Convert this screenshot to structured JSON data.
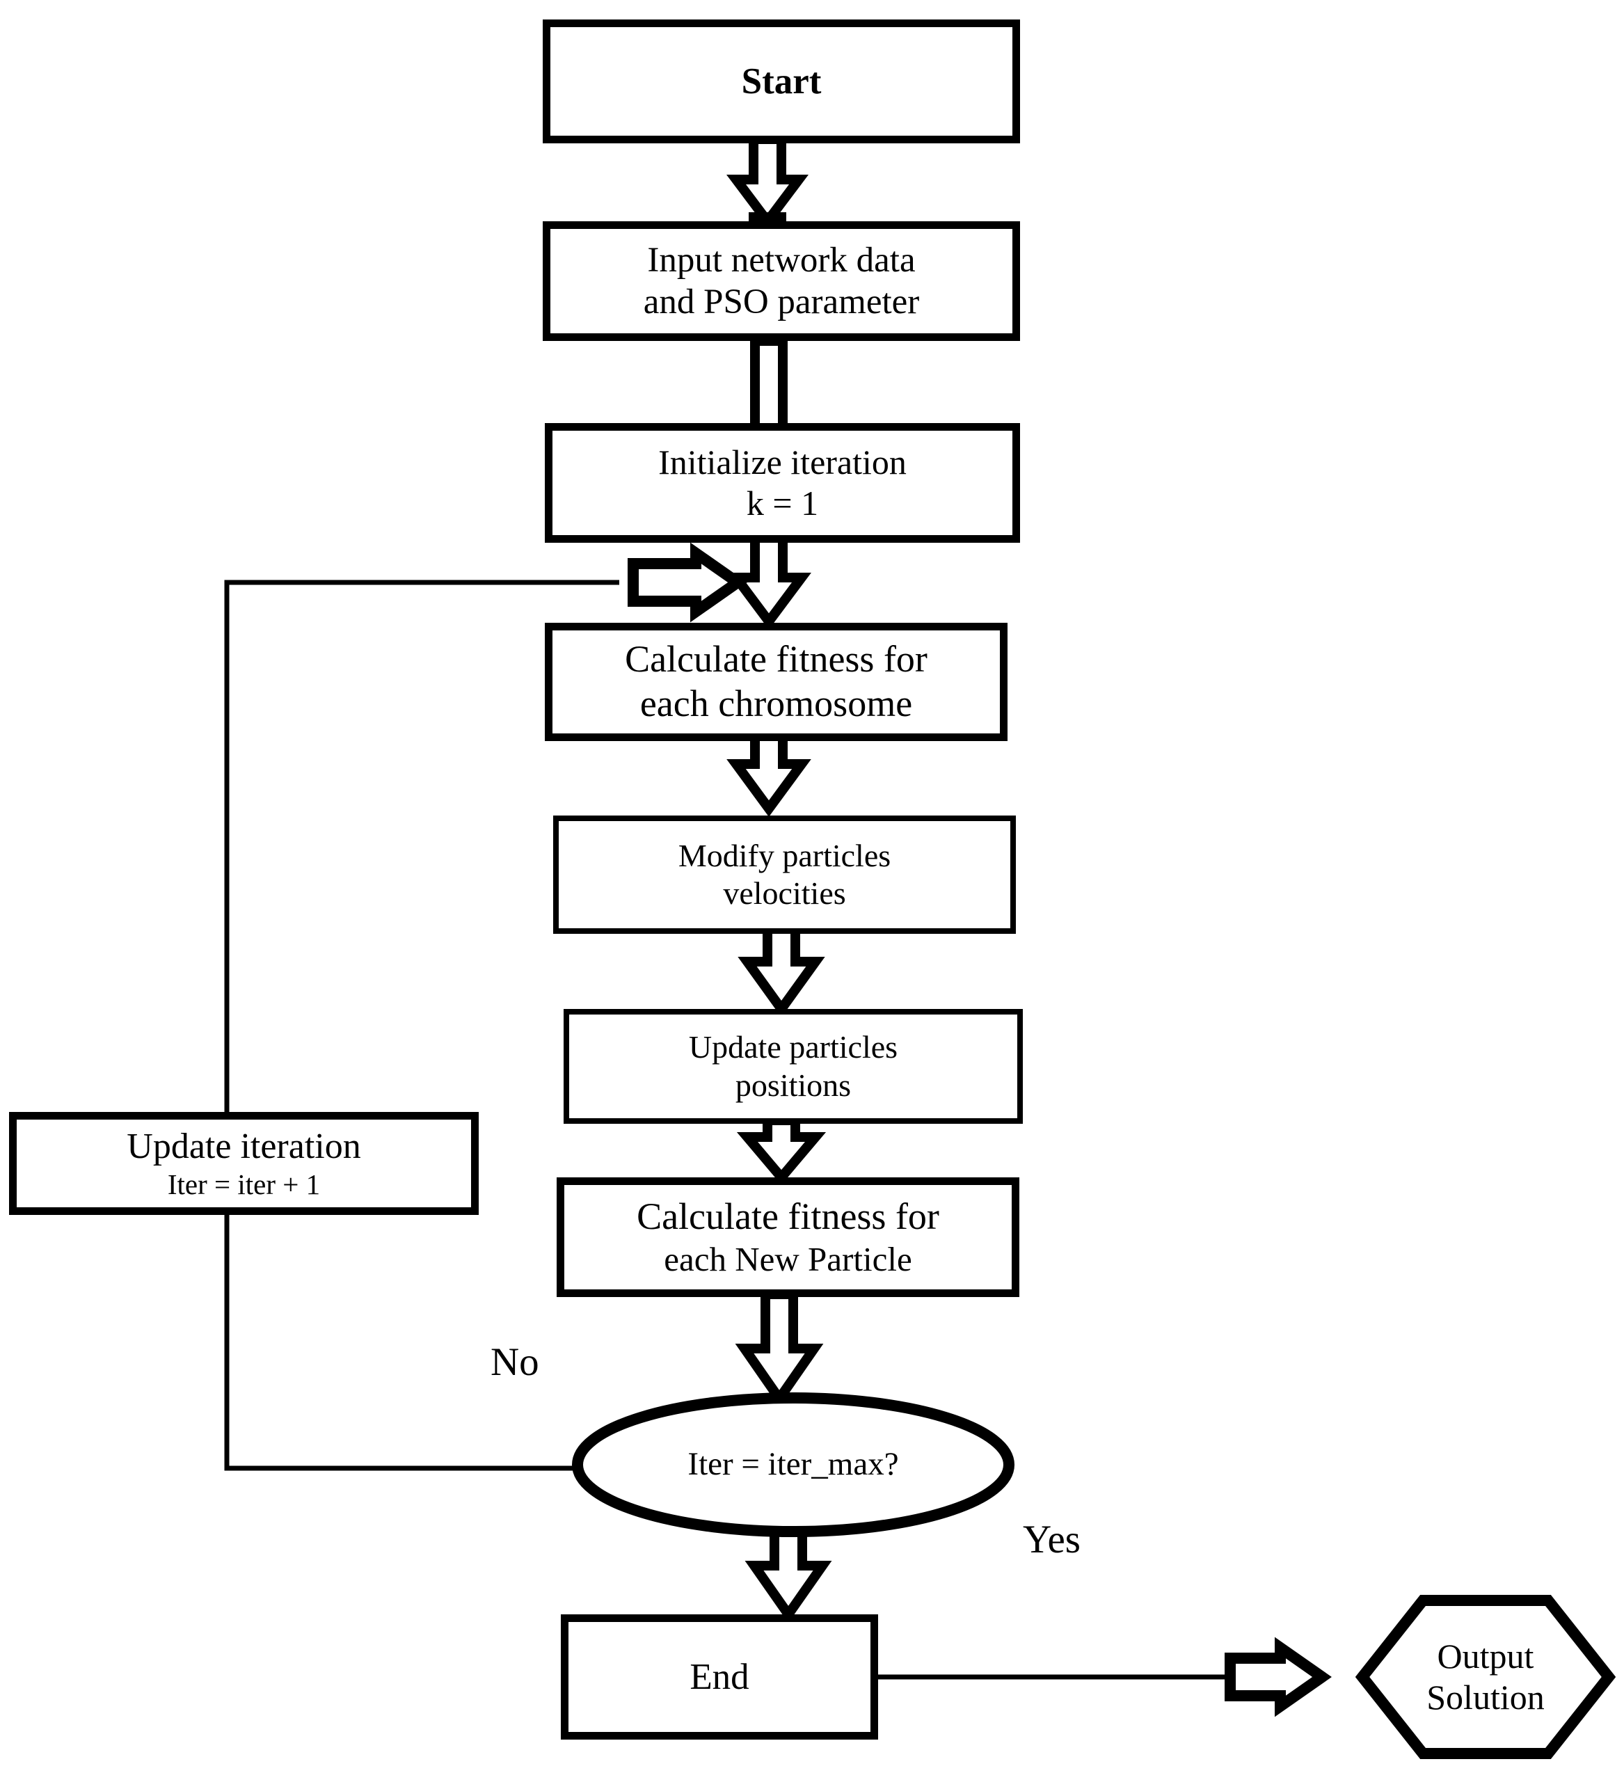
{
  "diagram": {
    "title": "PSO algorithm flowchart",
    "type": "flowchart",
    "colors": {
      "stroke": "#000000",
      "fill": "#ffffff",
      "text": "#000000"
    },
    "nodes": [
      {
        "id": "start",
        "shape": "rectangle",
        "lines": [
          "Start"
        ]
      },
      {
        "id": "input",
        "shape": "rectangle",
        "lines": [
          "Input network data",
          "and PSO parameter"
        ]
      },
      {
        "id": "init",
        "shape": "rectangle",
        "lines": [
          "Initialize iteration",
          "k = 1"
        ]
      },
      {
        "id": "fitness1",
        "shape": "rectangle",
        "lines": [
          "Calculate fitness for",
          "each chromosome"
        ]
      },
      {
        "id": "velocity",
        "shape": "rectangle",
        "lines": [
          "Modify particles",
          "velocities"
        ]
      },
      {
        "id": "position",
        "shape": "rectangle",
        "lines": [
          "Update particles",
          "positions"
        ]
      },
      {
        "id": "fitness2",
        "shape": "rectangle",
        "lines": [
          "Calculate fitness for",
          "each  New   Particle"
        ]
      },
      {
        "id": "decision",
        "shape": "ellipse",
        "lines": [
          "Iter = iter_max?"
        ]
      },
      {
        "id": "update-iter",
        "shape": "rectangle",
        "lines": [
          "Update iteration",
          "Iter = iter + 1"
        ]
      },
      {
        "id": "end",
        "shape": "rectangle",
        "lines": [
          "End"
        ]
      },
      {
        "id": "output",
        "shape": "hexagon",
        "lines": [
          "Output",
          "Solution"
        ]
      }
    ],
    "edge_labels": [
      {
        "id": "no",
        "text": "No"
      },
      {
        "id": "yes",
        "text": "Yes"
      }
    ],
    "text": {
      "start": "Start",
      "input_l1": "Input network data",
      "input_l2": "and PSO parameter",
      "init_l1": "Initialize iteration",
      "init_l2": "k = 1",
      "fitness1_l1": "Calculate fitness for",
      "fitness1_l2": "each chromosome",
      "velocity_l1": "Modify particles",
      "velocity_l2": "velocities",
      "position_l1": "Update particles",
      "position_l2": "positions",
      "fitness2_l1": "Calculate fitness for",
      "fitness2_l2": "each  New   Particle",
      "decision": "Iter = iter_max?",
      "update_iter_l1": "Update iteration",
      "update_iter_l2": "Iter = iter + 1",
      "end": "End",
      "output_l1": "Output",
      "output_l2": "Solution",
      "label_no": "No",
      "label_yes": "Yes"
    }
  }
}
